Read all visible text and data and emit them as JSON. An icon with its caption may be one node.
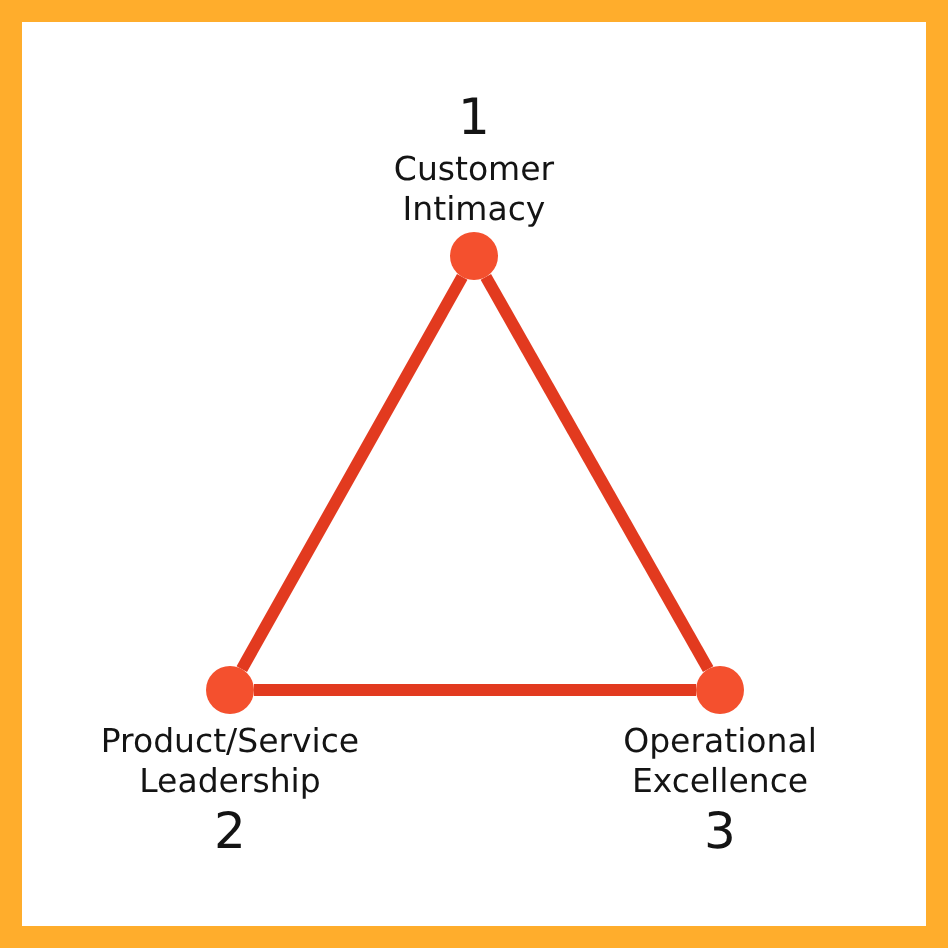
{
  "diagram": {
    "nodes": [
      {
        "text": [],
        "shape": "circle",
        "beside": [
          "1",
          "Customer Intimacy"
        ]
      },
      {
        "text": [],
        "shape": "circle",
        "beside": [
          "Product/Service Leadership",
          "2"
        ]
      },
      {
        "text": [],
        "shape": "circle",
        "beside": [
          "Operational Excellence",
          "3"
        ]
      }
    ],
    "edges": [
      {
        "from": 0,
        "to": 1,
        "arrow": "none"
      },
      {
        "from": 1,
        "to": 2,
        "arrow": "none"
      },
      {
        "from": 2,
        "to": 0,
        "arrow": "none"
      }
    ]
  }
}
